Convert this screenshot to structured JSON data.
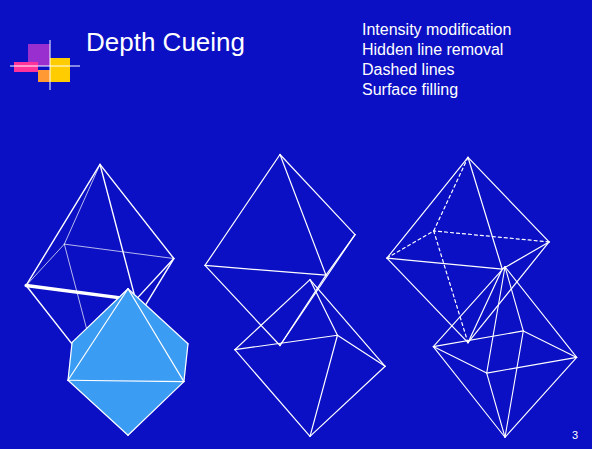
{
  "diagram": {
    "title": "Depth Cueing",
    "labels": [
      "Intensity modification",
      "Hidden line removal",
      "Dashed lines",
      "Surface filling",
      "3"
    ]
  }
}
